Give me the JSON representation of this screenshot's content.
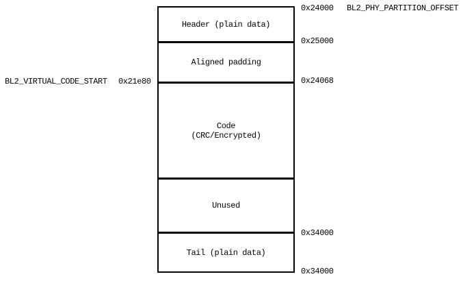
{
  "diagram": {
    "colors": {
      "background": "#ffffff",
      "line": "#000000",
      "text": "#000000"
    },
    "top_annotation": {
      "address": "0x24000",
      "label": "BL2_PHY_PARTITION_OFFSET"
    },
    "left_annotation": {
      "label": "BL2_VIRTUAL_CODE_START",
      "address": "0x21e80"
    },
    "sections": [
      {
        "name": "header",
        "label": "Header (plain data)"
      },
      {
        "name": "aligned-padding",
        "label": "Aligned padding"
      },
      {
        "name": "code",
        "lines": [
          "Code",
          "(CRC/Encrypted)"
        ]
      },
      {
        "name": "unused",
        "label": "Unused"
      },
      {
        "name": "tail",
        "label": "Tail (plain data)"
      }
    ],
    "right_addresses": [
      {
        "value": "0x25000"
      },
      {
        "value": "0x24068"
      },
      {
        "value": "0x34000"
      },
      {
        "value": "0x34000"
      }
    ]
  }
}
